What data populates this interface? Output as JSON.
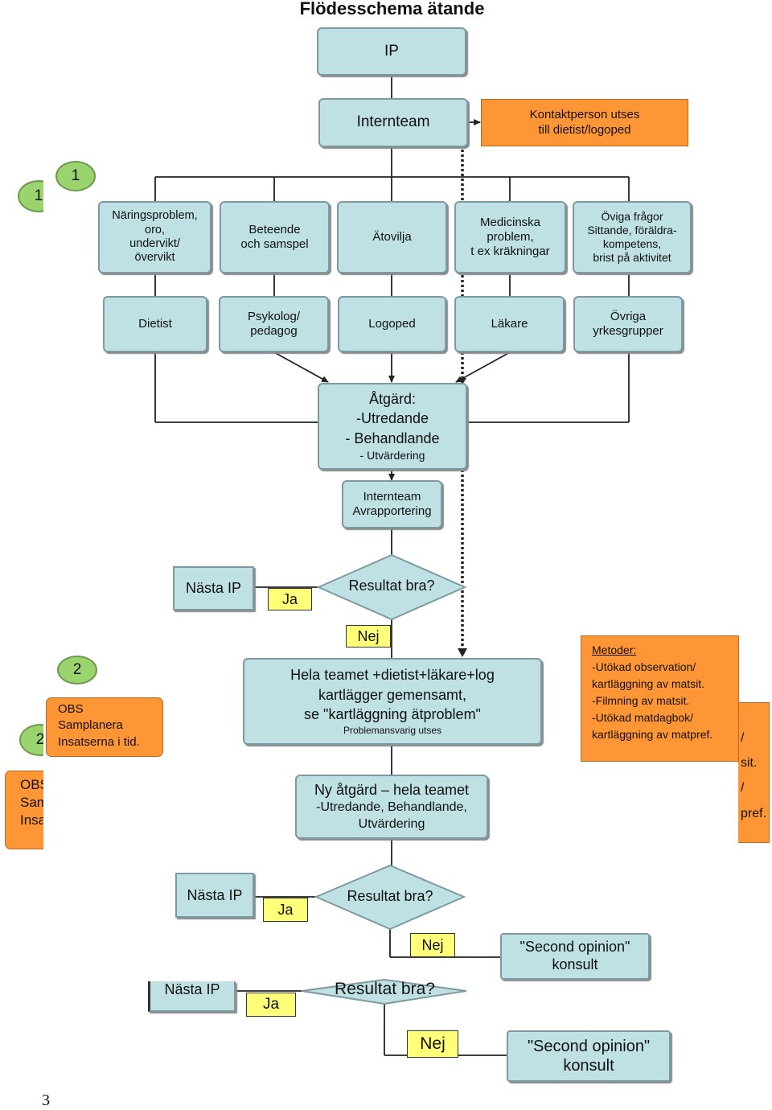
{
  "title": "Flödesschema ätande",
  "nodes": {
    "ip": "IP",
    "internteam": "Internteam",
    "contact": [
      "Kontaktperson utses",
      "till dietist/logoped"
    ],
    "problems": [
      [
        "Näringsproblem,",
        "oro,",
        "undervikt/",
        "övervikt"
      ],
      [
        "Beteende",
        "och samspel"
      ],
      [
        "Ätovilja"
      ],
      [
        "Medicinska",
        "problem,",
        "t ex kräkningar"
      ],
      [
        "Öviga frågor",
        "Sittande, föräldra-",
        "kompetens,",
        "brist på aktivitet"
      ]
    ],
    "professions": [
      [
        "Dietist"
      ],
      [
        "Psykolog/",
        "pedagog"
      ],
      [
        "Logoped"
      ],
      [
        "Läkare"
      ],
      [
        "Övriga",
        "yrkesgrupper"
      ]
    ],
    "atgard": [
      "Åtgärd:",
      "-Utredande",
      "- Behandlande",
      "- Utvärdering"
    ],
    "avrapportering": [
      "Internteam",
      "Avrapportering"
    ],
    "next_ip": "Nästa IP",
    "yes": "Ja",
    "no": "Nej",
    "result": "Resultat bra?",
    "whole_team": [
      "Hela teamet +dietist+läkare+log",
      "kartlägger gemensamt,",
      "se \"kartläggning ätproblem\"",
      "Problemansvarig utses"
    ],
    "new_action": [
      "Ny åtgärd – hela teamet",
      "-Utredande, Behandlande,",
      "Utvärdering"
    ],
    "second_opinion": [
      "\"Second opinion\"",
      "konsult"
    ],
    "obs": [
      "OBS",
      "Samplanera",
      "Insatserna i tid."
    ],
    "obs_partial": [
      "OBS",
      "Sam",
      "Insa"
    ],
    "metoder_title": "Metoder:",
    "metoder": [
      "-Utökad observation/",
      "kartläggning av matsit.",
      "-Filmning av matsit.",
      "-Utökad matdagbok/",
      "kartläggning av matpref."
    ],
    "metoder_partial": [
      "/",
      "sit.",
      "/",
      "pref."
    ],
    "marker_1": "1",
    "marker_2": "2",
    "page_number": "3"
  }
}
